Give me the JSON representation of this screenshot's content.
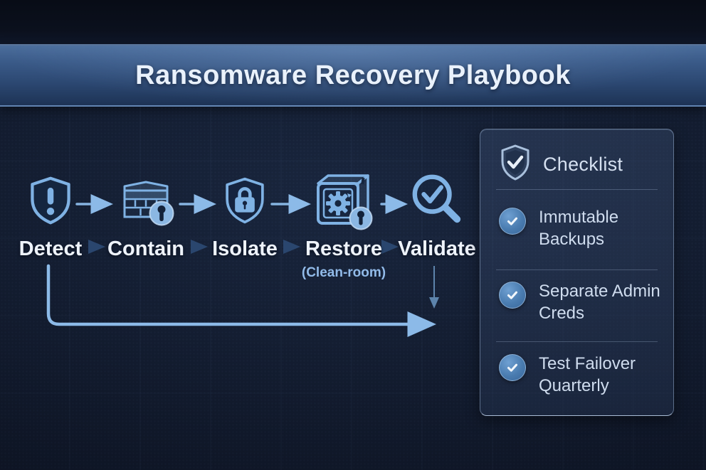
{
  "title": "Ransomware Recovery Playbook",
  "flow": {
    "steps": [
      {
        "label": "Detect",
        "icon": "shield-alert-icon"
      },
      {
        "label": "Contain",
        "icon": "firewall-key-icon"
      },
      {
        "label": "Isolate",
        "icon": "shield-lock-icon"
      },
      {
        "label": "Restore",
        "sublabel": "(Clean-room)",
        "icon": "vault-gear-key-icon"
      },
      {
        "label": "Validate",
        "icon": "magnifier-check-icon"
      }
    ]
  },
  "checklist": {
    "header": "Checklist",
    "header_icon": "shield-check-icon",
    "items": [
      {
        "label": "Immutable Backups",
        "checked": true
      },
      {
        "label": "Separate Admin Creds",
        "checked": true
      },
      {
        "label": "Test Failover Quarterly",
        "checked": true
      }
    ]
  },
  "colors": {
    "background": "#101829",
    "banner_blue": "#3a5a88",
    "icon_blue": "#7fb2e4",
    "arrow_blue": "#8cbae8",
    "label_text": "#eef3fb",
    "sublabel_blue": "#92bbe9",
    "panel_border": "#9eb6d6",
    "badge_blue": "#4a7cb0",
    "checklist_text": "#cfdcee"
  }
}
